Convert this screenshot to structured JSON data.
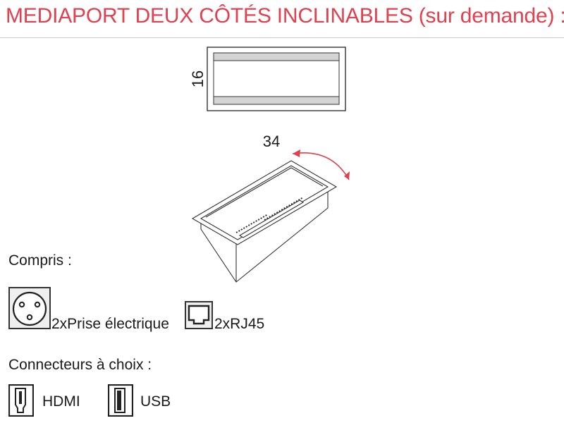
{
  "header": {
    "title": "MEDIAPORT DEUX CÔTÉS INCLINABLES (sur demande) :"
  },
  "drawing": {
    "height_dim": "16",
    "width_dim": "34"
  },
  "included": {
    "heading": "Compris :",
    "items": [
      {
        "icon": "power-socket-icon",
        "label": "2xPrise électrique"
      },
      {
        "icon": "rj45-icon",
        "label": "2xRJ45"
      }
    ]
  },
  "optional": {
    "heading": "Connecteurs à choix :",
    "items": [
      {
        "icon": "hdmi-port-icon",
        "label": "HDMI"
      },
      {
        "icon": "usb-port-icon",
        "label": "USB"
      }
    ]
  },
  "colors": {
    "title": "#e0404f",
    "rotation_arrow": "#e0404f",
    "line": "#333333"
  }
}
